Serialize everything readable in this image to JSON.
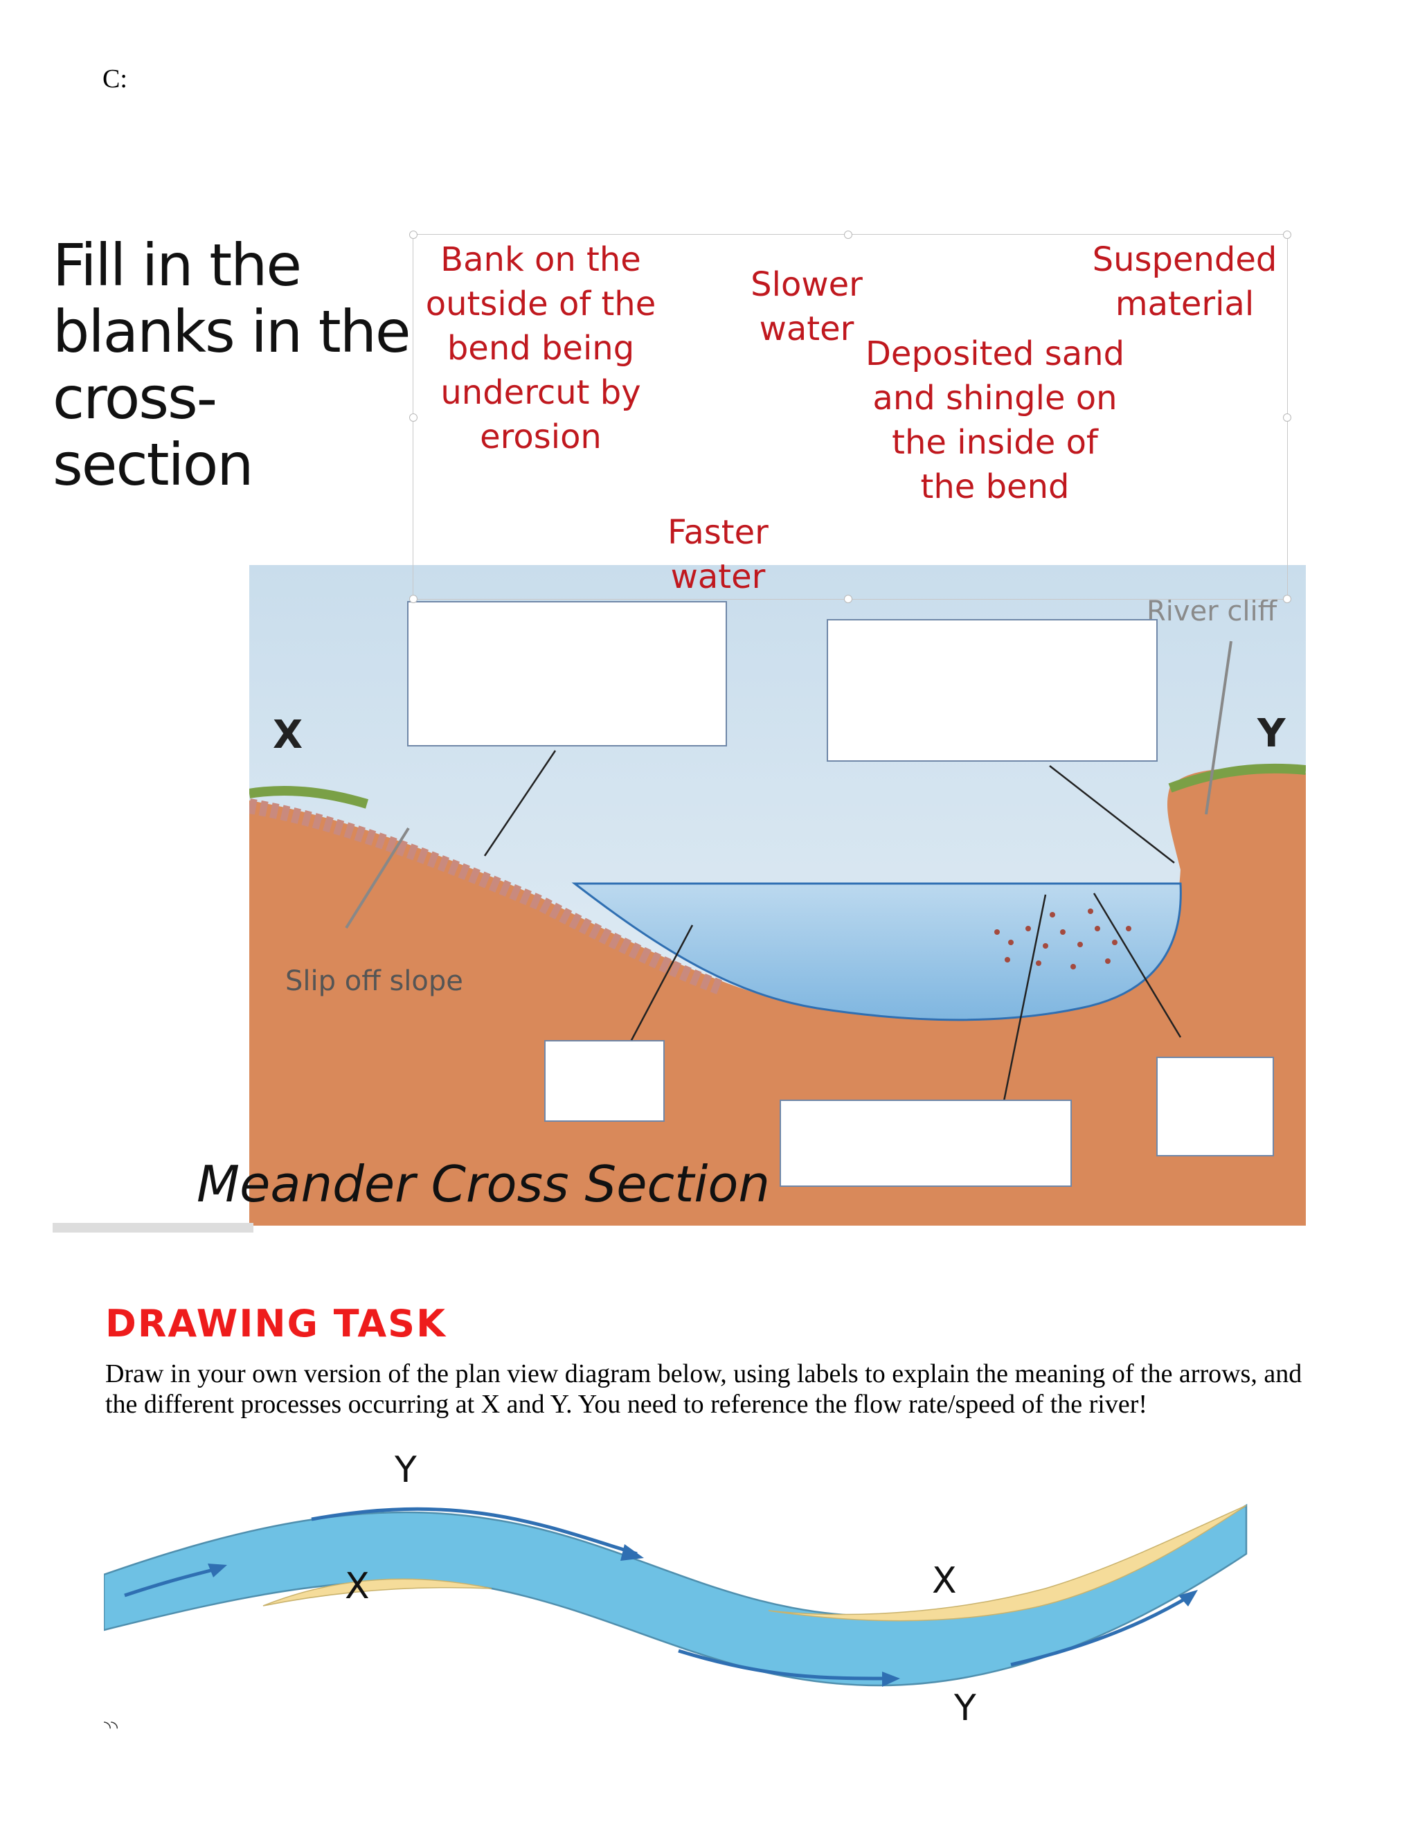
{
  "section_letter": "C:",
  "heading": "Fill in the blanks in the cross-section",
  "word_bank": {
    "bank_outside": "Bank on the outside of the bend being undercut by erosion",
    "slower_water": "Slower water",
    "suspended_material": "Suspended material",
    "deposited": "Deposited sand and shingle on the inside of the bend",
    "faster_water": "Faster water"
  },
  "cross_section": {
    "title": "Meander Cross Section",
    "label_x": "X",
    "label_y": "Y",
    "river_cliff": "River cliff",
    "slip_off_slope": "Slip off slope"
  },
  "drawing_task": {
    "heading": "DRAWING TASK",
    "instructions": "Draw in your own version of the plan view diagram below, using labels to explain the meaning of the arrows, and the different processes occurring at X and Y. You need to reference the flow rate/speed of the river!"
  },
  "plan_view": {
    "label_y_top": "Y",
    "label_x_left": "X",
    "label_x_right": "X",
    "label_y_bottom": "Y"
  },
  "colors": {
    "heading_red": "#ee1c1c",
    "handwriting_red": "#c0181e",
    "river_blue": "#6ec1e4",
    "sand_yellow": "#f5dc9a",
    "soil_brown": "#d9895a"
  }
}
